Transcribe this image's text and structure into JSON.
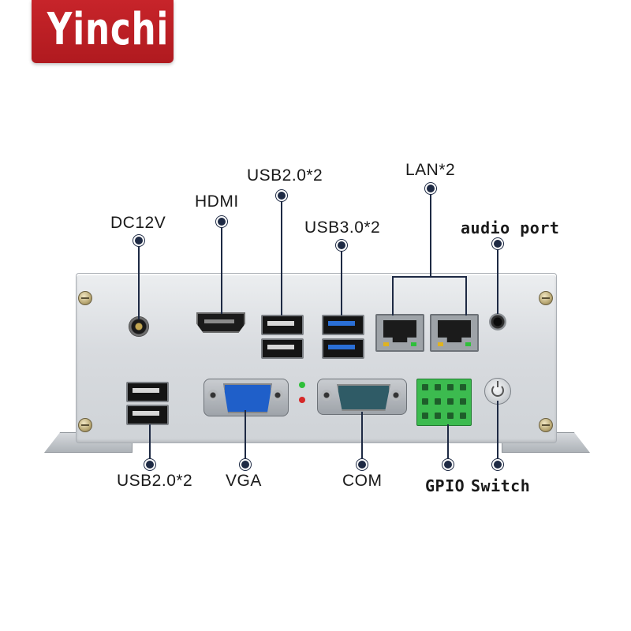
{
  "brand": {
    "name": "Yinchi"
  },
  "labels": {
    "dc": "DC12V",
    "hdmi": "HDMI",
    "usb2_top": "USB2.0*2",
    "usb3": "USB3.0*2",
    "lan": "LAN*2",
    "audio": "audio port",
    "usb2_bottom": "USB2.0*2",
    "vga": "VGA",
    "com": "COM",
    "gpio": "GPIO",
    "switch": "Switch"
  },
  "colors": {
    "brand_red": "#c7242a",
    "callout_line": "#1e2a44",
    "vga_blue": "#1f5fc9",
    "usb3_blue": "#2a6fd6",
    "com_teal": "#2f5b66",
    "gpio_green": "#3cbb4f",
    "led_green": "#2fbf3a",
    "led_red": "#d62828"
  }
}
